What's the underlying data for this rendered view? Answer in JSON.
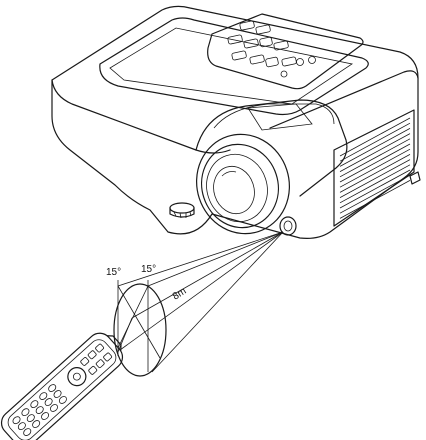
{
  "labels": {
    "angle_left": "15°",
    "angle_right": "15°",
    "distance": "8m"
  },
  "colors": {
    "ink": "#1a1a1a",
    "background": "#ffffff"
  }
}
